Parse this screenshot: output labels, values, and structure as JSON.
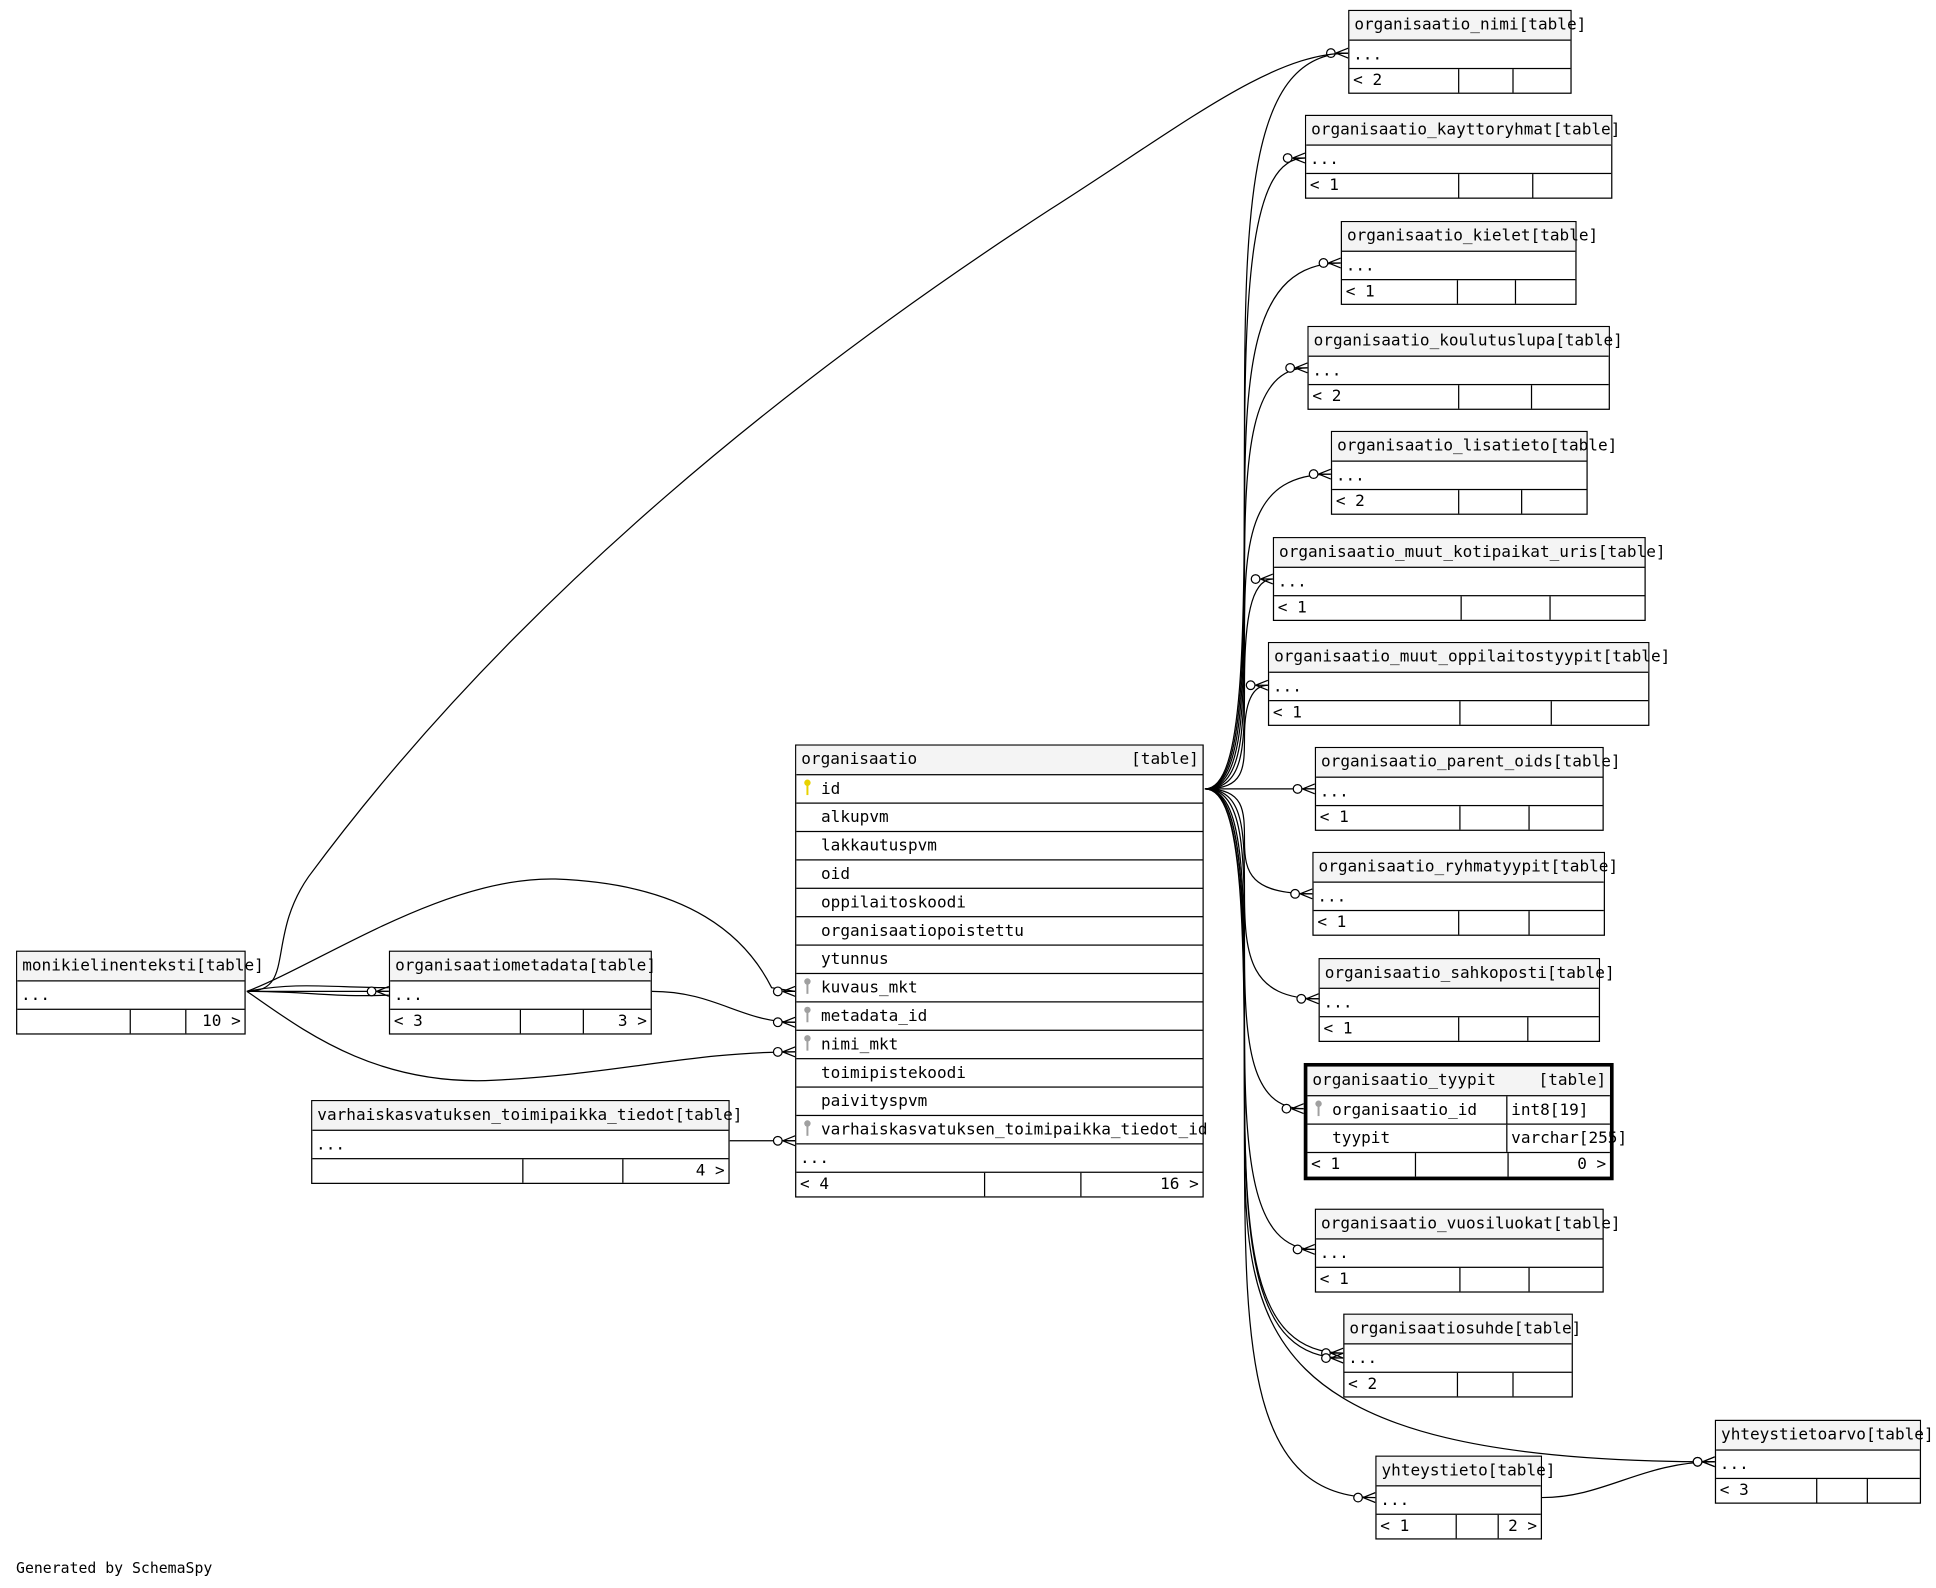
{
  "credit": "Generated by SchemaSpy",
  "type_label": "[table]",
  "hidden_columns": "...",
  "tables": {
    "organisaatio_nimi": {
      "name": "organisaatio_nimi",
      "parents": "< 2",
      "children": ""
    },
    "organisaatio_kayttoryhmat": {
      "name": "organisaatio_kayttoryhmat",
      "parents": "< 1",
      "children": ""
    },
    "organisaatio_kielet": {
      "name": "organisaatio_kielet",
      "parents": "< 1",
      "children": ""
    },
    "organisaatio_koulutuslupa": {
      "name": "organisaatio_koulutuslupa",
      "parents": "< 2",
      "children": ""
    },
    "organisaatio_lisatieto": {
      "name": "organisaatio_lisatieto",
      "parents": "< 2",
      "children": ""
    },
    "organisaatio_muut_kotipaikat_uris": {
      "name": "organisaatio_muut_kotipaikat_uris",
      "parents": "< 1",
      "children": ""
    },
    "organisaatio_muut_oppilaitostyypit": {
      "name": "organisaatio_muut_oppilaitostyypit",
      "parents": "< 1",
      "children": ""
    },
    "organisaatio_parent_oids": {
      "name": "organisaatio_parent_oids",
      "parents": "< 1",
      "children": ""
    },
    "organisaatio_ryhmatyypit": {
      "name": "organisaatio_ryhmatyypit",
      "parents": "< 1",
      "children": ""
    },
    "organisaatio_sahkoposti": {
      "name": "organisaatio_sahkoposti",
      "parents": "< 1",
      "children": ""
    },
    "organisaatio_vuosiluokat": {
      "name": "organisaatio_vuosiluokat",
      "parents": "< 1",
      "children": ""
    },
    "organisaatiosuhde": {
      "name": "organisaatiosuhde",
      "parents": "< 2",
      "children": ""
    },
    "yhteystietoarvo": {
      "name": "yhteystietoarvo",
      "parents": "< 3",
      "children": ""
    },
    "yhteystieto": {
      "name": "yhteystieto",
      "parents": "< 1",
      "children": "2 >"
    },
    "monikielinenteksti": {
      "name": "monikielinenteksti",
      "parents": "",
      "children": "10 >"
    },
    "organisaatiometadata": {
      "name": "organisaatiometadata",
      "parents": "< 3",
      "children": "3 >"
    },
    "varhaiskasvatuksen_toimipaikka_tiedot": {
      "name": "varhaiskasvatuksen_toimipaikka_tiedot",
      "parents": "",
      "children": "4 >"
    },
    "organisaatio": {
      "name": "organisaatio",
      "parents": "< 4",
      "children": "16 >",
      "columns": [
        "id",
        "alkupvm",
        "lakkautuspvm",
        "oid",
        "oppilaitoskoodi",
        "organisaatiopoistettu",
        "ytunnus",
        "kuvaus_mkt",
        "metadata_id",
        "nimi_mkt",
        "toimipistekoodi",
        "paivityspvm",
        "varhaiskasvatuksen_toimipaikka_tiedot_id"
      ]
    },
    "organisaatio_tyypit": {
      "name": "organisaatio_tyypit",
      "parents": "< 1",
      "children": "0 >",
      "columns": [
        "organisaatio_id",
        "tyypit"
      ],
      "types": [
        "int8[19]",
        "varchar[255]"
      ]
    }
  },
  "colors": {
    "primary_key": "#e8d200",
    "foreign_key": "#a0a0a0",
    "header": "#f4f4f4"
  }
}
